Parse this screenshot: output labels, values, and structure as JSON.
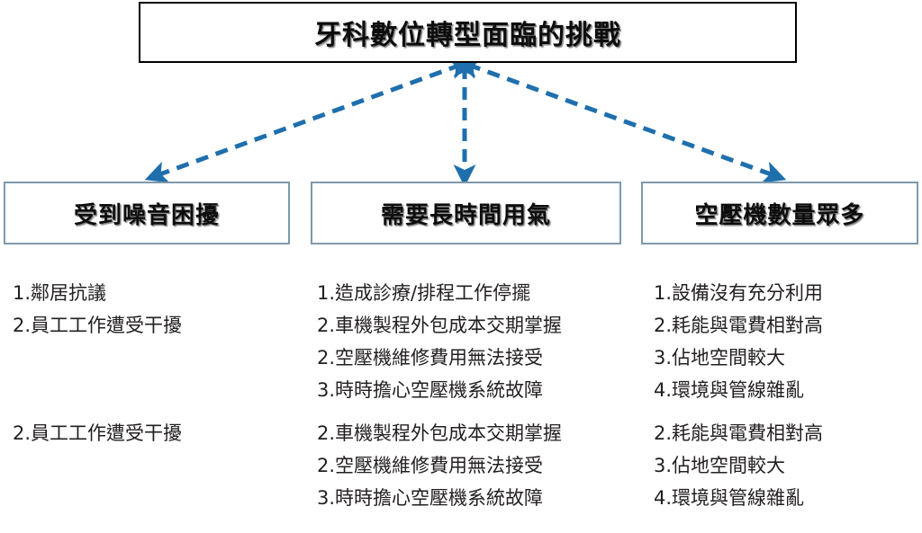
{
  "title": {
    "text": "牙科數位轉型面臨的挑戰"
  },
  "colors": {
    "title_border": "#000000",
    "category_border": "#7e99ab",
    "arrow": "#1f6fad",
    "text": "#231f20",
    "background": "#ffffff"
  },
  "categories": [
    {
      "label": "受到噪音困擾"
    },
    {
      "label": "需要長時間用氣"
    },
    {
      "label": "空壓機數量眾多"
    }
  ],
  "lists": {
    "upper": [
      {
        "items": [
          "1.鄰居抗議",
          "2.員工工作遭受干擾"
        ]
      },
      {
        "items": [
          "1.造成診療/排程工作停擺",
          "2.車機製程外包成本交期掌握",
          "2.空壓機維修費用無法接受",
          "3.時時擔心空壓機系統故障"
        ]
      },
      {
        "items": [
          "1.設備沒有充分利用",
          "2.耗能與電費相對高",
          "3.佔地空間較大",
          "4.環境與管線雜亂"
        ]
      }
    ],
    "lower": [
      {
        "items": [
          "2.員工工作遭受干擾"
        ]
      },
      {
        "items": [
          "2.車機製程外包成本交期掌握",
          "2.空壓機維修費用無法接受",
          "3.時時擔心空壓機系統故障"
        ]
      },
      {
        "items": [
          "2.耗能與電費相對高",
          "3.佔地空間較大",
          "4.環境與管線雜亂"
        ]
      }
    ]
  },
  "connectors": [
    {
      "name": "connector-left",
      "from": "title-box",
      "to": "受到噪音困擾",
      "style": "dashed-double-arrow"
    },
    {
      "name": "connector-center",
      "from": "title-box",
      "to": "需要長時間用氣",
      "style": "dashed-double-arrow"
    },
    {
      "name": "connector-right",
      "from": "title-box",
      "to": "空壓機數量眾多",
      "style": "dashed-double-arrow"
    }
  ]
}
